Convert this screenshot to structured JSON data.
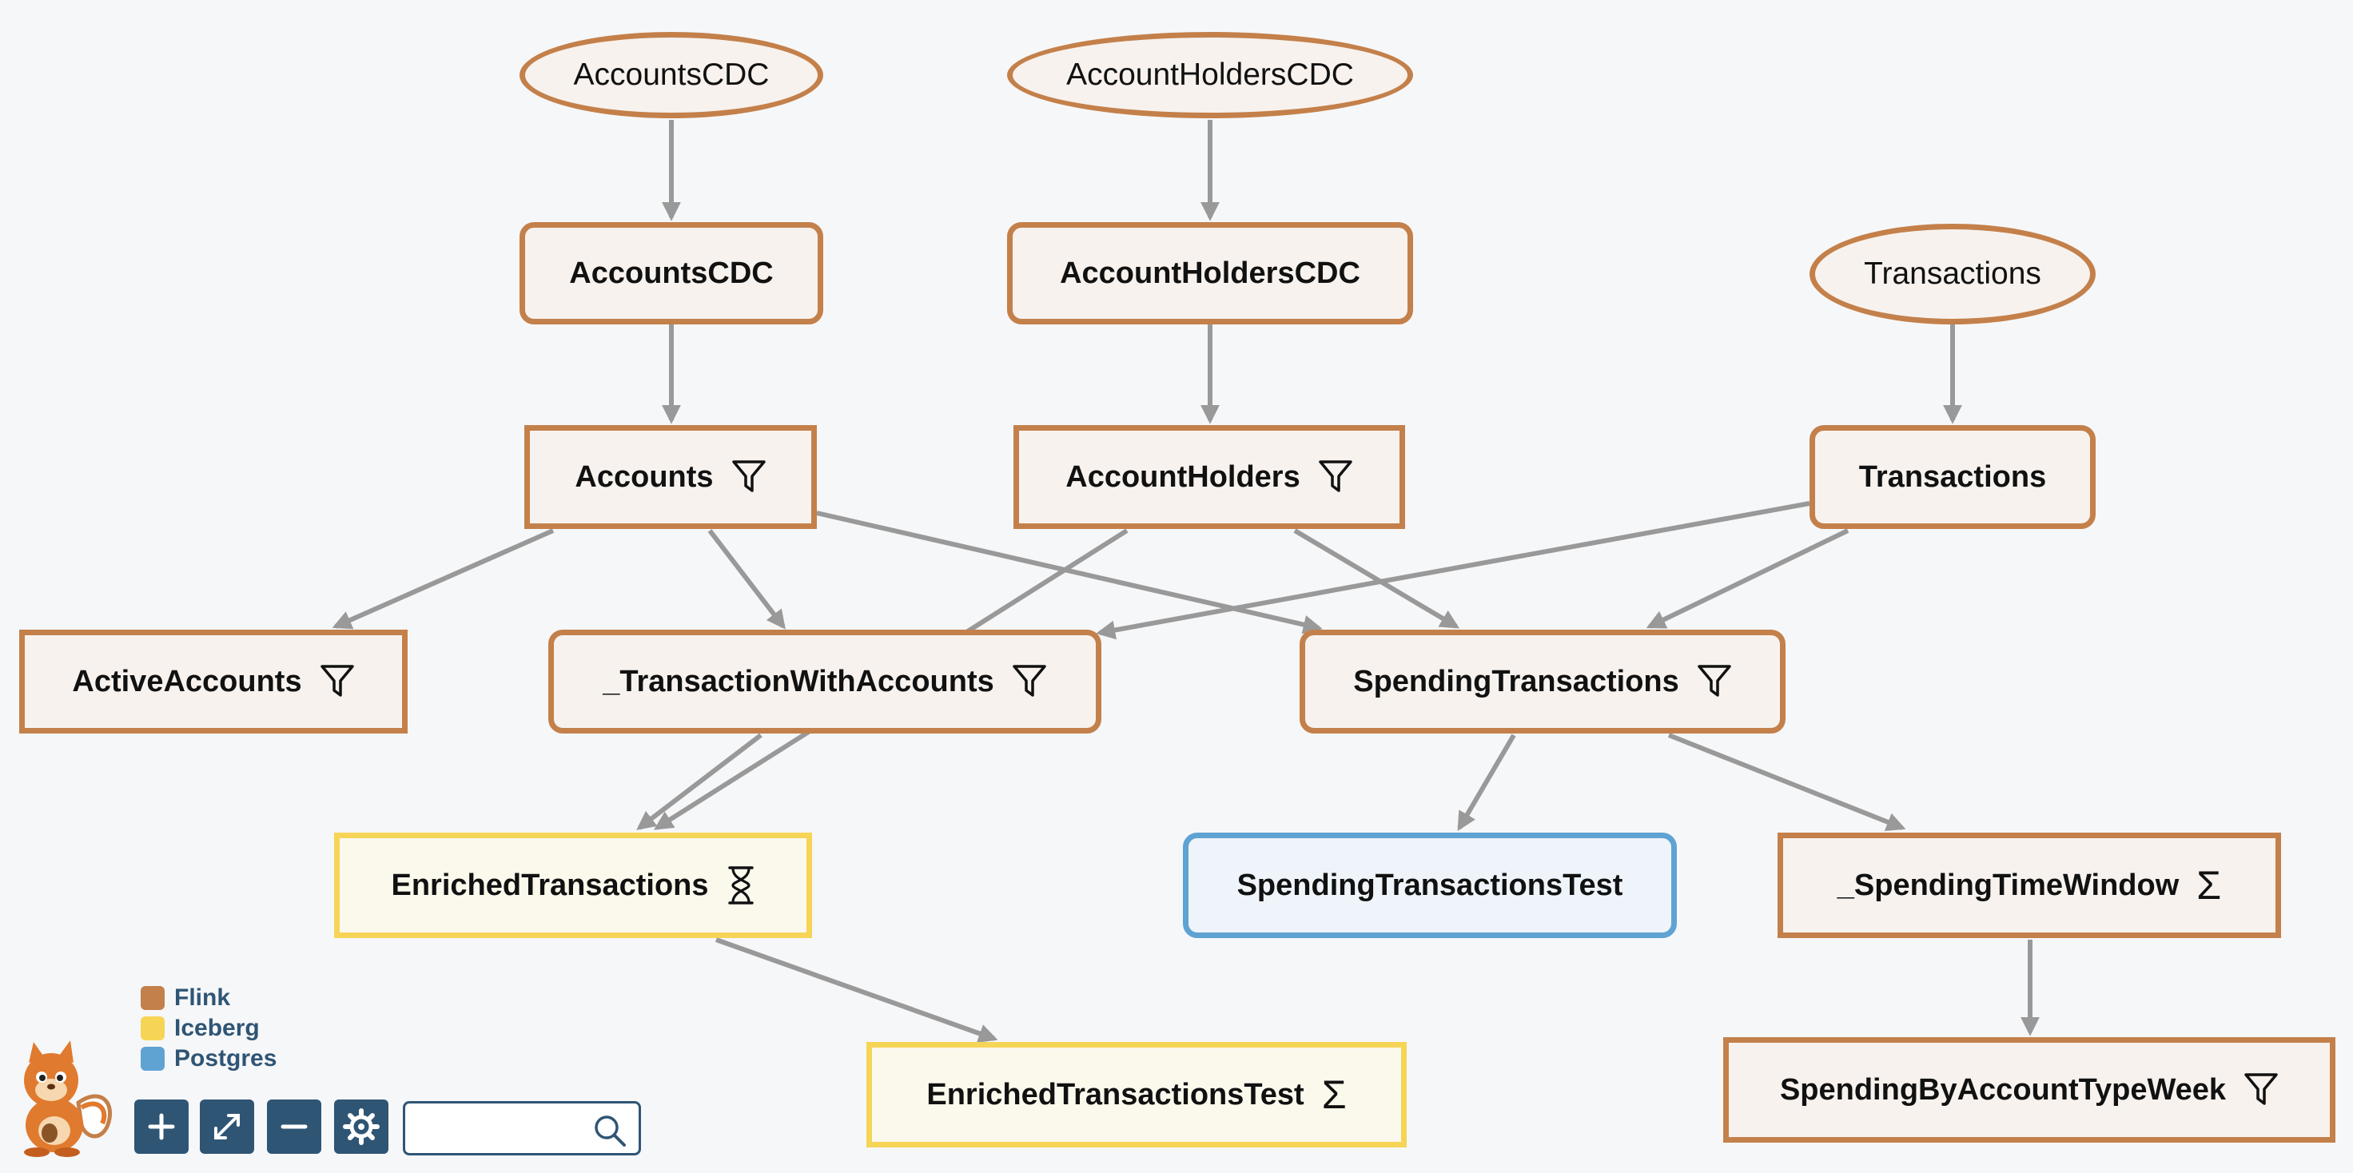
{
  "nodes": [
    {
      "id": "accountscdc_src",
      "label": "AccountsCDC",
      "type": "source",
      "icon": ""
    },
    {
      "id": "accountholderscdc_src",
      "label": "AccountHoldersCDC",
      "type": "source",
      "icon": ""
    },
    {
      "id": "transactions_src",
      "label": "Transactions",
      "type": "source",
      "icon": ""
    },
    {
      "id": "accountscdc",
      "label": "AccountsCDC",
      "type": "flink",
      "icon": ""
    },
    {
      "id": "accountholderscdc",
      "label": "AccountHoldersCDC",
      "type": "flink",
      "icon": ""
    },
    {
      "id": "accounts",
      "label": "Accounts",
      "type": "flink",
      "icon": "filter-icon"
    },
    {
      "id": "accountholders",
      "label": "AccountHolders",
      "type": "flink",
      "icon": "filter-icon"
    },
    {
      "id": "transactions",
      "label": "Transactions",
      "type": "flink",
      "icon": ""
    },
    {
      "id": "activeaccounts",
      "label": "ActiveAccounts",
      "type": "flink",
      "icon": "filter-icon"
    },
    {
      "id": "transactionwithaccounts",
      "label": "_TransactionWithAccounts",
      "type": "flink",
      "icon": "filter-icon"
    },
    {
      "id": "spendingtransactions",
      "label": "SpendingTransactions",
      "type": "flink",
      "icon": "filter-icon"
    },
    {
      "id": "enrichedtransactions",
      "label": "EnrichedTransactions",
      "type": "iceberg",
      "icon": "hourglass-icon"
    },
    {
      "id": "spendingtransactionstest",
      "label": "SpendingTransactionsTest",
      "type": "postgres",
      "icon": ""
    },
    {
      "id": "spendingtimewindow",
      "label": "_SpendingTimeWindow",
      "type": "flink",
      "icon": "sigma-icon"
    },
    {
      "id": "enrichedtransactionstest",
      "label": "EnrichedTransactionsTest",
      "type": "iceberg",
      "icon": "sigma-icon"
    },
    {
      "id": "spendingbyaccounttypeweek",
      "label": "SpendingByAccountTypeWeek",
      "type": "flink",
      "icon": "filter-icon"
    }
  ],
  "edges": [
    [
      "accountscdc_src",
      "accountscdc"
    ],
    [
      "accountholderscdc_src",
      "accountholderscdc"
    ],
    [
      "transactions_src",
      "transactions"
    ],
    [
      "accountscdc",
      "accounts"
    ],
    [
      "accountholderscdc",
      "accountholders"
    ],
    [
      "accounts",
      "activeaccounts"
    ],
    [
      "accounts",
      "transactionwithaccounts"
    ],
    [
      "accounts",
      "spendingtransactions"
    ],
    [
      "accountholders",
      "enrichedtransactions"
    ],
    [
      "accountholders",
      "spendingtransactions"
    ],
    [
      "transactions",
      "transactionwithaccounts"
    ],
    [
      "transactions",
      "spendingtransactions"
    ],
    [
      "transactionwithaccounts",
      "enrichedtransactions"
    ],
    [
      "spendingtransactions",
      "spendingtransactionstest"
    ],
    [
      "spendingtransactions",
      "spendingtimewindow"
    ],
    [
      "enrichedtransactions",
      "enrichedtransactionstest"
    ],
    [
      "spendingtimewindow",
      "spendingbyaccounttypeweek"
    ]
  ],
  "legend": [
    {
      "label": "Flink",
      "color": "#c4804a"
    },
    {
      "label": "Iceberg",
      "color": "#f6d456"
    },
    {
      "label": "Postgres",
      "color": "#5fa3d3"
    }
  ],
  "toolbar": {
    "buttons": [
      {
        "name": "zoom-in-button",
        "icon": "plus-icon"
      },
      {
        "name": "fit-view-button",
        "icon": "expand-icon"
      },
      {
        "name": "zoom-out-button",
        "icon": "minus-icon"
      },
      {
        "name": "settings-button",
        "icon": "gear-icon"
      }
    ],
    "search_value": ""
  },
  "colors": {
    "flink": "#c4804a",
    "iceberg": "#f6d456",
    "postgres": "#5fa3d3",
    "edge": "#999999",
    "toolbar": "#2f5575"
  }
}
